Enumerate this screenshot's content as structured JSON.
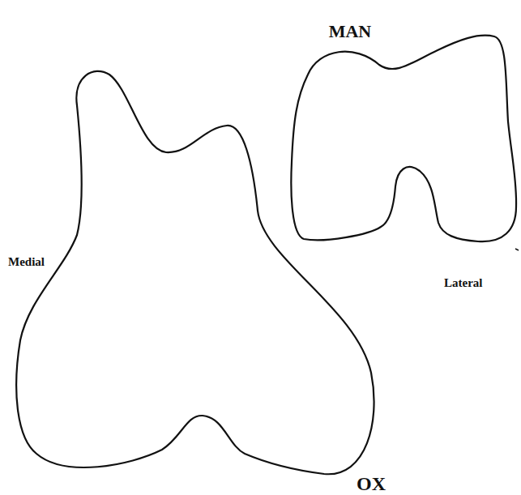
{
  "diagram": {
    "labels": [
      "MAN",
      "Medial",
      "Lateral",
      "OX"
    ]
  }
}
